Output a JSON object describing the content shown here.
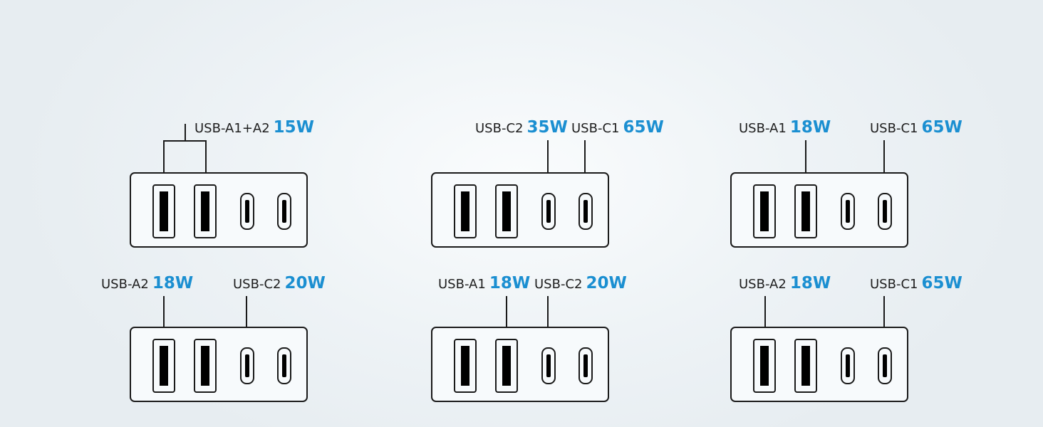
{
  "configs": [
    {
      "labels": [
        {
          "port": "USB-A1+A2",
          "watt": "15W"
        }
      ]
    },
    {
      "labels": [
        {
          "port": "USB-C2",
          "watt": "35W"
        },
        {
          "port": "USB-C1",
          "watt": "65W"
        }
      ]
    },
    {
      "labels": [
        {
          "port": "USB-A1",
          "watt": "18W"
        },
        {
          "port": "USB-C1",
          "watt": "65W"
        }
      ]
    },
    {
      "labels": [
        {
          "port": "USB-A2",
          "watt": "18W"
        },
        {
          "port": "USB-C2",
          "watt": "20W"
        }
      ]
    },
    {
      "labels": [
        {
          "port": "USB-A1",
          "watt": "18W"
        },
        {
          "port": "USB-C2",
          "watt": "20W"
        }
      ]
    },
    {
      "labels": [
        {
          "port": "USB-A2",
          "watt": "18W"
        },
        {
          "port": "USB-C1",
          "watt": "65W"
        }
      ]
    }
  ],
  "colors": {
    "accent": "#1b8fd1",
    "text": "#1e1e1e",
    "outline": "#1a1a1a"
  },
  "icons": {
    "usb_a_port": "usb-a-port-icon",
    "usb_c_port": "usb-c-port-icon"
  }
}
